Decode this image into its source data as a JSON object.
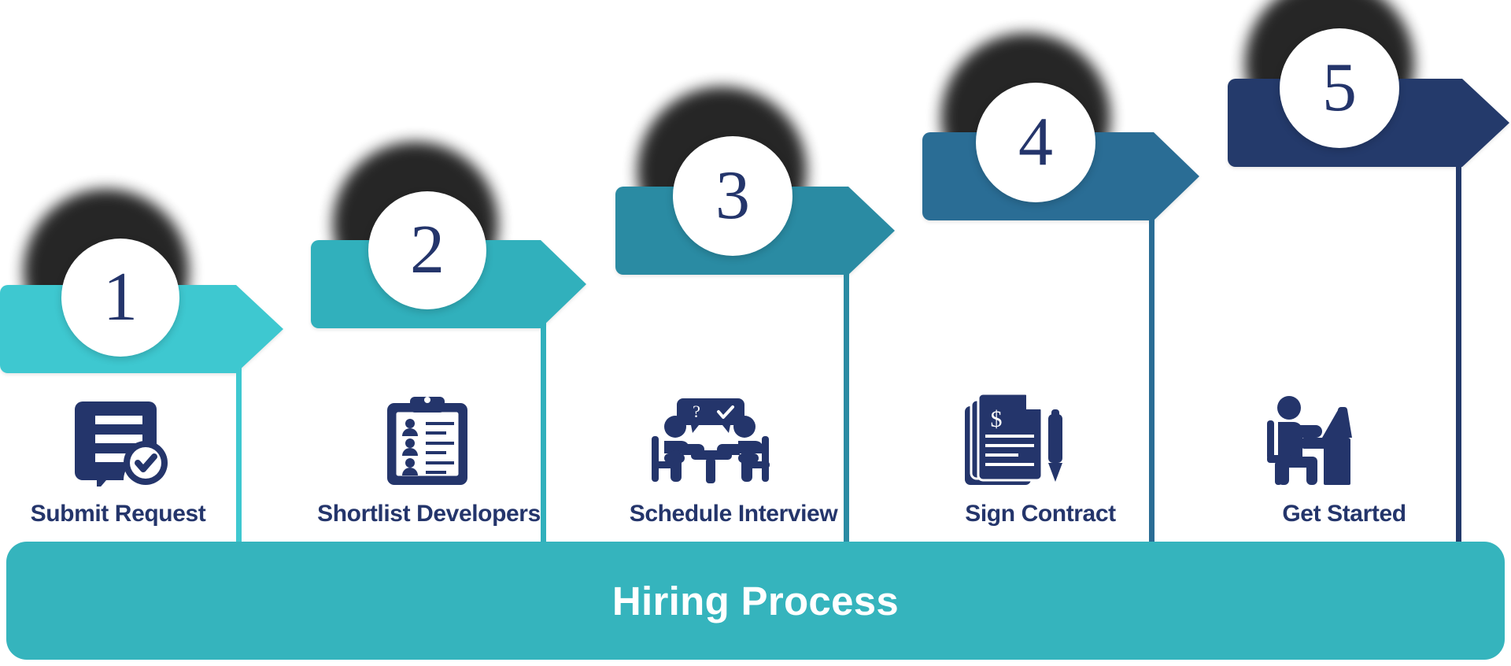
{
  "infographic": {
    "title": "Hiring Process",
    "title_bar_color": "#35b4bd",
    "number_color": "#24356b",
    "label_color": "#24356b",
    "steps": [
      {
        "number": "1",
        "label": "Submit Request",
        "icon": "document-check-icon",
        "color": "#3ec8d0",
        "connector_color": "#3ec8d0"
      },
      {
        "number": "2",
        "label": "Shortlist Developers",
        "icon": "clipboard-people-list-icon",
        "color": "#31b0bc",
        "connector_color": "#31b0bc"
      },
      {
        "number": "3",
        "label": "Schedule Interview",
        "icon": "interview-table-icon",
        "color": "#2a8ba3",
        "connector_color": "#2a8ba3"
      },
      {
        "number": "4",
        "label": "Sign Contract",
        "icon": "contract-pen-icon",
        "color": "#2a6d95",
        "connector_color": "#2a6d95"
      },
      {
        "number": "5",
        "label": "Get Started",
        "icon": "person-desk-laptop-icon",
        "color": "#243a6b",
        "connector_color": "#243a6b"
      }
    ]
  }
}
